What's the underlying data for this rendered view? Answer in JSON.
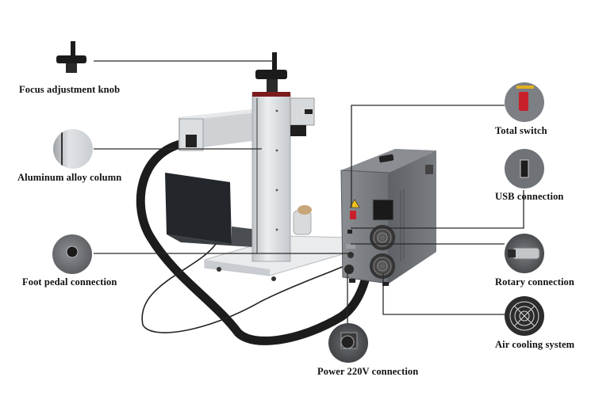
{
  "figure": {
    "subject": "Fiber laser marking machine with separate controller cabinet",
    "callouts": [
      {
        "id": "focus",
        "label": "Focus adjustment knob",
        "icon": "knob-icon"
      },
      {
        "id": "column",
        "label": "Aluminum alloy column",
        "icon": "column-icon"
      },
      {
        "id": "foot",
        "label": "Foot pedal connection",
        "icon": "foot-pedal-port-icon"
      },
      {
        "id": "switch",
        "label": "Total switch",
        "icon": "power-switch-icon"
      },
      {
        "id": "usb",
        "label": "USB connection",
        "icon": "usb-port-icon"
      },
      {
        "id": "rotary",
        "label": "Rotary connection",
        "icon": "rotary-connector-icon"
      },
      {
        "id": "cooling",
        "label": "Air cooling system",
        "icon": "fan-icon"
      },
      {
        "id": "power",
        "label": "Power 220V connection",
        "icon": "power-connector-icon"
      }
    ],
    "colors": {
      "line": "#2a2a2a",
      "cabinet": "#6e7175",
      "column": "#d6d9dc",
      "switch_red": "#c8202a",
      "warning_yellow": "#f2c21b"
    }
  }
}
